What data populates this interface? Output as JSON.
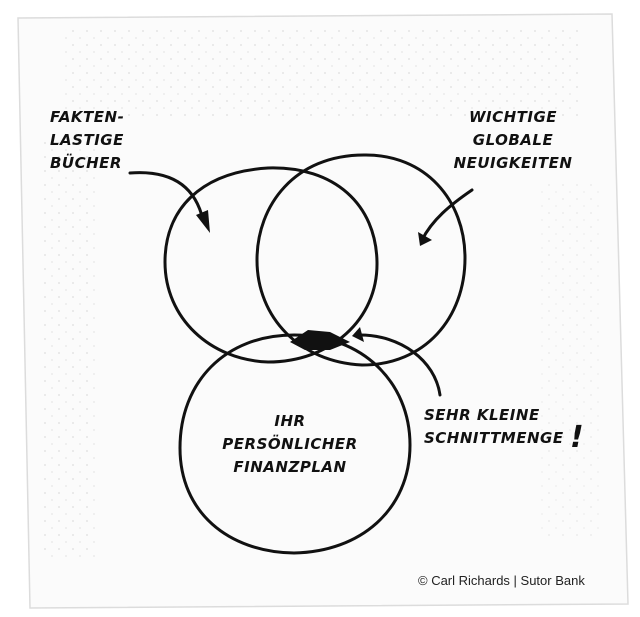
{
  "labels": {
    "top_left": [
      "FAKTEN-",
      "LASTIGE",
      "BÜCHER"
    ],
    "top_right": [
      "WICHTIGE",
      "GLOBALE",
      "NEUIGKEITEN"
    ],
    "bottom": [
      "IHR",
      "PERSÖNLICHER",
      "FINANZPLAN"
    ],
    "annotation": [
      "SEHR KLEINE",
      "SCHNITTMENGE"
    ],
    "exclamation": "!"
  },
  "copyright": "© Carl Richards | Sutor Bank"
}
